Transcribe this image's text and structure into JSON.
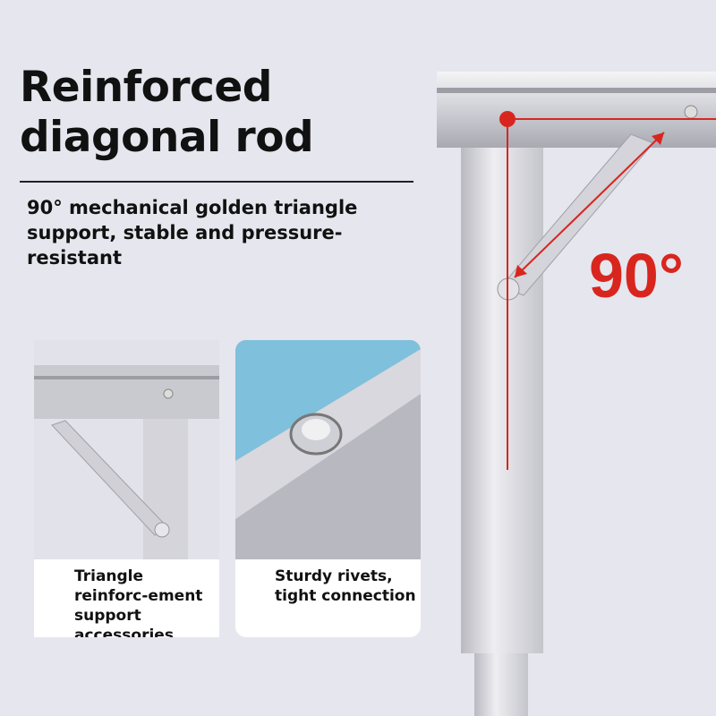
{
  "title_line1": "Reinforced",
  "title_line2": "diagonal rod",
  "subtitle": "90° mechanical golden triangle support, stable and pressure-resistant",
  "angle_label": "90°",
  "cards": [
    {
      "caption": "Triangle reinforc-ement support accessories"
    },
    {
      "caption": "Sturdy rivets, tight connection"
    }
  ],
  "colors": {
    "accent": "#d8261f",
    "background": "#e6e6ee"
  }
}
